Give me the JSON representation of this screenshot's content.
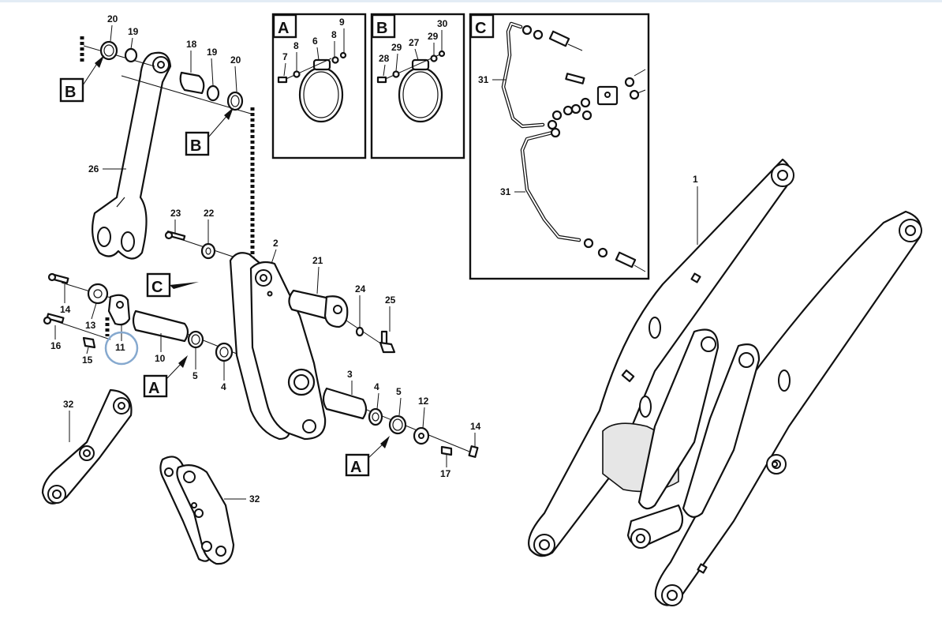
{
  "diagram": {
    "callouts": {
      "p1": "1",
      "p2": "2",
      "p3": "3",
      "p4a": "4",
      "p4b": "4",
      "p5a": "5",
      "p5b": "5",
      "p6": "6",
      "p7": "7",
      "p8a": "8",
      "p8b": "8",
      "p9": "9",
      "p10": "10",
      "p11": "11",
      "p12": "12",
      "p13": "13",
      "p14a": "14",
      "p14b": "14",
      "p15": "15",
      "p16": "16",
      "p17": "17",
      "p18": "18",
      "p19a": "19",
      "p19b": "19",
      "p20a": "20",
      "p20b": "20",
      "p21": "21",
      "p22": "22",
      "p23": "23",
      "p24": "24",
      "p25": "25",
      "p26": "26",
      "p27": "27",
      "p28": "28",
      "p29a": "29",
      "p29b": "29",
      "p30": "30",
      "p31a": "31",
      "p31b": "31",
      "p32a": "32",
      "p32b": "32"
    },
    "detail_refs": {
      "a_main_1": "A",
      "a_main_2": "A",
      "a_box": "A",
      "b_main_1": "B",
      "b_main_2": "B",
      "b_box": "B",
      "c_main": "C",
      "c_box": "C"
    },
    "highlight": {
      "part": "11",
      "color": "#86a9cf"
    },
    "colors": {
      "line": "#111111",
      "background": "#ffffff"
    }
  }
}
